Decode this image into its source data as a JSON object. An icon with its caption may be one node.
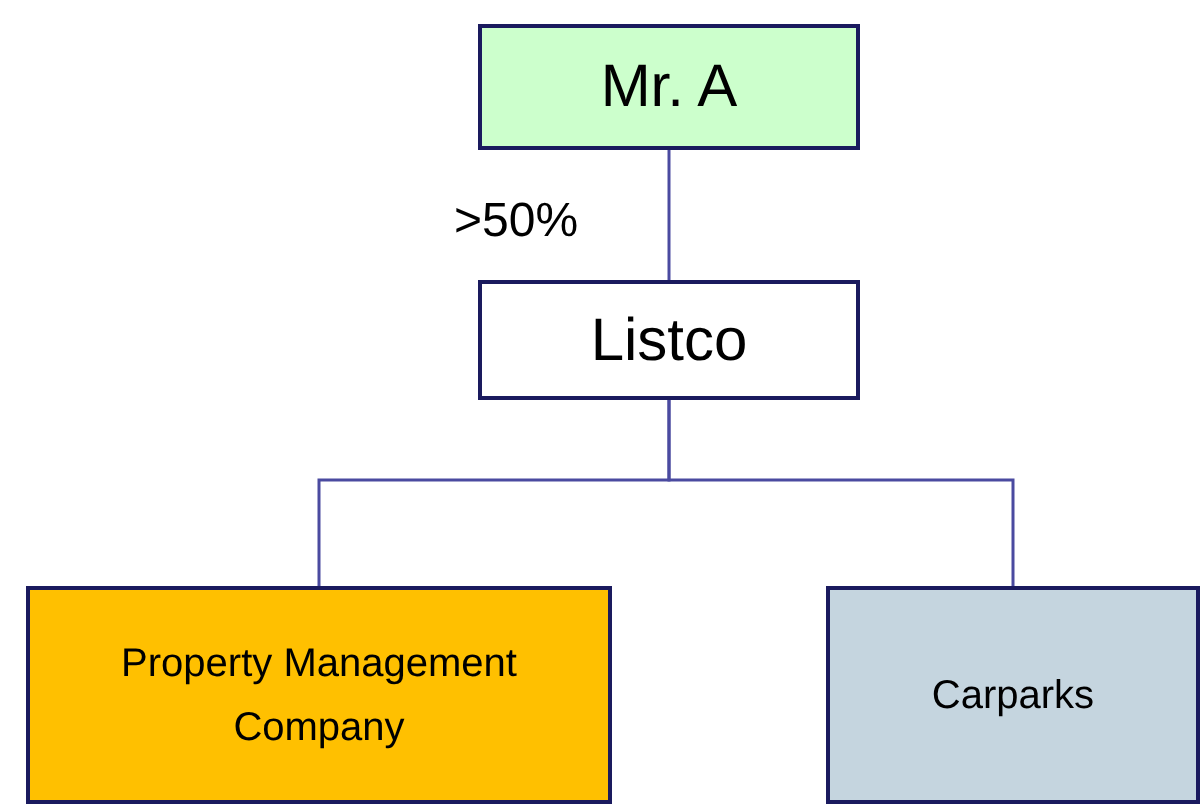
{
  "diagram": {
    "nodes": [
      {
        "text": [
          "Mr. A"
        ]
      },
      {
        "text": [
          "Listco"
        ]
      },
      {
        "text": [
          "Property Management Company"
        ]
      },
      {
        "text": [
          "Carparks"
        ]
      }
    ],
    "edges": [
      {
        "from": 0,
        "to": 1,
        "arrow": "none",
        "label": ">50%"
      },
      {
        "from": 1,
        "to": 2,
        "arrow": "none"
      },
      {
        "from": 1,
        "to": 3,
        "arrow": "none"
      }
    ]
  }
}
